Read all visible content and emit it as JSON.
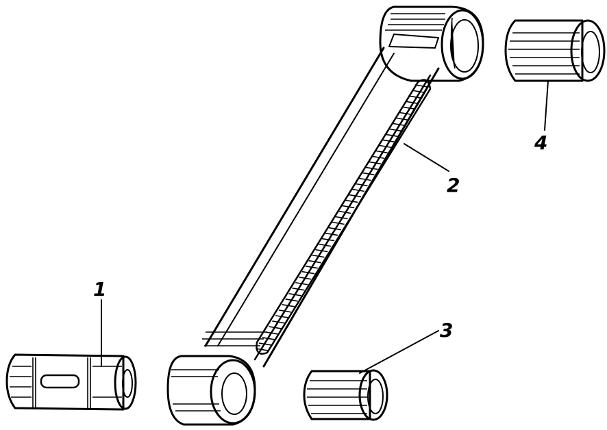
{
  "callouts": [
    {
      "id": "1",
      "label": "1"
    },
    {
      "id": "2",
      "label": "2"
    },
    {
      "id": "3",
      "label": "3"
    },
    {
      "id": "4",
      "label": "4"
    }
  ],
  "colors": {
    "ink": "#000000",
    "paper": "#ffffff"
  }
}
